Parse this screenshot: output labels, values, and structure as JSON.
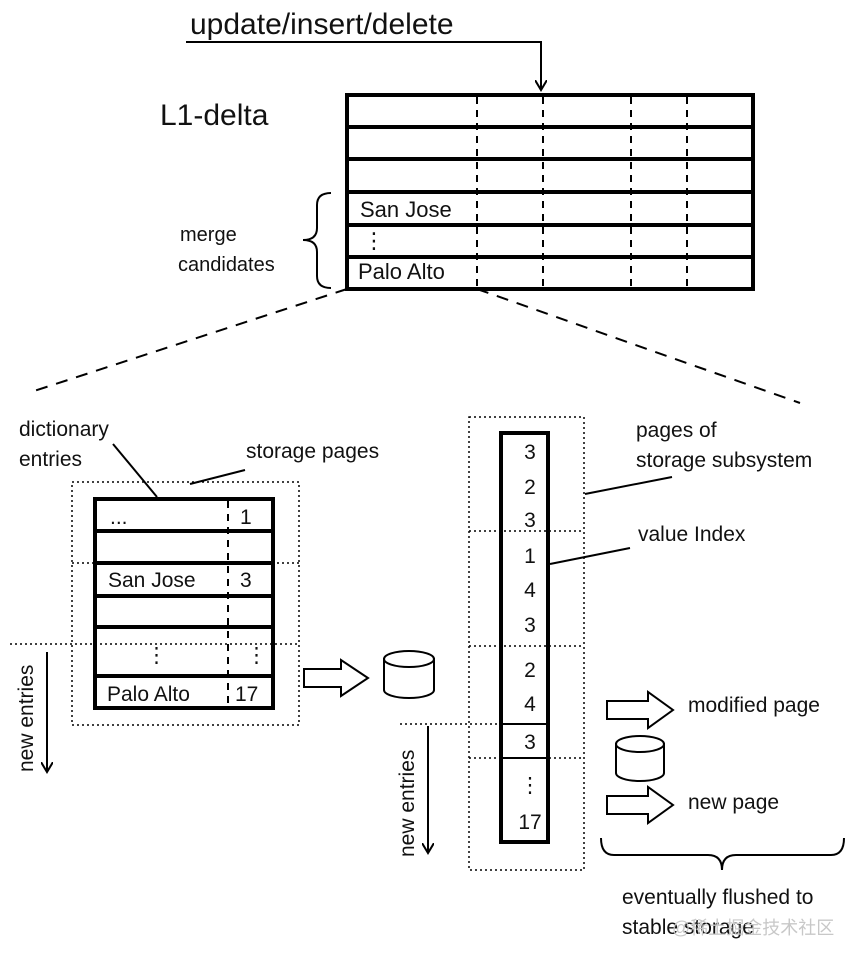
{
  "top_label": "update/insert/delete",
  "l1_delta": {
    "title": "L1-delta",
    "rows": [
      "",
      "",
      "",
      "San Jose",
      "⋮",
      "Palo Alto"
    ],
    "merge_label_line1": "merge",
    "merge_label_line2": "candidates"
  },
  "dictionary": {
    "label_line1": "dictionary",
    "label_line2": "entries",
    "storage_label": "storage pages",
    "rows": [
      {
        "value": "...",
        "id": "1"
      },
      {
        "value": "",
        "id": ""
      },
      {
        "value": "San Jose",
        "id": "3"
      },
      {
        "value": "",
        "id": ""
      },
      {
        "value": "⋮",
        "id": "⋮"
      },
      {
        "value": "Palo Alto",
        "id": "17"
      }
    ],
    "new_entries": "new entries"
  },
  "value_index": {
    "pages_label_line1": "pages of",
    "pages_label_line2": "storage subsystem",
    "index_label": "value Index",
    "values": [
      "3",
      "2",
      "3",
      "1",
      "4",
      "3",
      "2",
      "4",
      "3",
      "⋮",
      "17"
    ],
    "new_entries": "new entries"
  },
  "legend": {
    "modified": "modified page",
    "new": "new page",
    "flushed_line1": "eventually flushed to",
    "flushed_line2": "stable storage"
  },
  "watermark": "@稀土掘金技术社区"
}
